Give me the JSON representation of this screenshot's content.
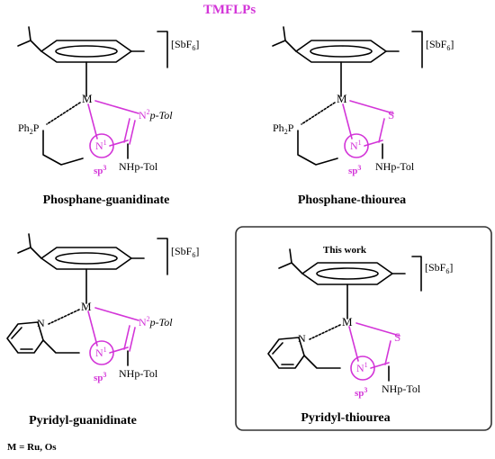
{
  "header": {
    "title": "TMFLPs",
    "color": "#d335d8"
  },
  "colors": {
    "bonds": "#000000",
    "accent": "#d335d8",
    "frame": "#333333"
  },
  "footnote": "M = Ru, Os",
  "labels": {
    "counter_ion_prefix": "[SbF",
    "counter_ion_sub": "6",
    "counter_ion_suffix": "]",
    "metal": "M",
    "n1": "N",
    "n1_sup": "1",
    "n2": "N",
    "n2_sup": "2",
    "n2_suffix": "p-Tol",
    "nhptol": "NHp-Tol",
    "sulfur": "S",
    "sp3": "sp",
    "sp3_sup": "3",
    "ph2p_main": "Ph",
    "ph2p_sub": "2",
    "ph2p_p": "P",
    "pyridine_n": "N"
  },
  "structures": [
    {
      "name": "Phosphane-guanidinate",
      "ligand": "phosphane",
      "group": "guanidinate"
    },
    {
      "name": "Phosphane-thiourea",
      "ligand": "phosphane",
      "group": "thiourea"
    },
    {
      "name": "Pyridyl-guanidinate",
      "ligand": "pyridyl",
      "group": "guanidinate"
    },
    {
      "name": "Pyridyl-thiourea",
      "ligand": "pyridyl",
      "group": "thiourea",
      "highlight": "This work"
    }
  ]
}
